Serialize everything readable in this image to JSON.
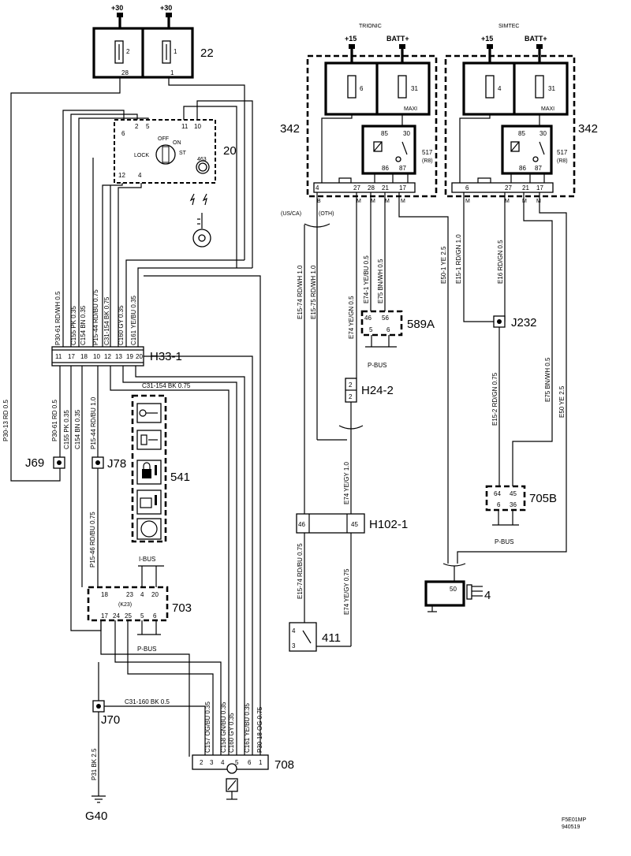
{
  "supply": {
    "plus30": "+30",
    "plus15": "+15",
    "batt": "BATT+"
  },
  "systems": {
    "trionic": "TRIONIC",
    "simtec": "SIMTEC"
  },
  "components": {
    "fusebox": "22",
    "ignition_switch": "20",
    "ign_off": "OFF",
    "ign_on": "ON",
    "ign_lock": "LOCK",
    "ign_st": "ST",
    "ign_pin": "463",
    "relay_box": "342",
    "relay": "517",
    "relay_sub": "(R8)",
    "maxi": "MAXI",
    "h33": "H33-1",
    "j69": "J69",
    "j78": "J78",
    "unit541": "541",
    "ibus": "I-BUS",
    "unit703": "703",
    "unit703_sub": "(K23)",
    "pbus": "P-BUS",
    "j70": "J70",
    "g40": "G40",
    "unit708": "708",
    "h24": "H24-2",
    "h102": "H102-1",
    "unit411": "411",
    "unit589": "589A",
    "j232": "J232",
    "unit705": "705B",
    "unit4": "4",
    "usca": "(US/CA)",
    "oth": "(OTH)"
  },
  "pins": {
    "fuse_a": "2",
    "fuse_b": "1",
    "fuse_a_out": "28",
    "fuse_b_out": "1",
    "ign_2": "2",
    "ign_5": "5",
    "ign_6": "6",
    "ign_11": "11",
    "ign_10": "10",
    "ign_12": "12",
    "ign_4": "4",
    "r_6": "6",
    "r_31": "31",
    "r_85": "85",
    "r_30": "30",
    "r_86": "86",
    "r_87": "87",
    "r_4": "4",
    "r_27": "27",
    "r_28": "28",
    "r_21": "21",
    "r_17": "17",
    "s_4": "4",
    "s_31": "31",
    "s_85": "85",
    "s_30": "30",
    "s_86": "86",
    "s_87": "87",
    "s_6": "6",
    "s_27": "27",
    "s_21": "21",
    "s_17": "17",
    "conn_b": "B",
    "conn_m": "M",
    "h33": [
      "11",
      "17",
      "18",
      "10",
      "12",
      "13",
      "19",
      "20"
    ],
    "u703_top": [
      "18",
      "23",
      "4",
      "20"
    ],
    "u703_bot": [
      "17",
      "24",
      "25",
      "5",
      "6"
    ],
    "u708": [
      "2",
      "3",
      "4",
      "5",
      "6",
      "1"
    ],
    "h24": [
      "2",
      "2"
    ],
    "h102": [
      "46",
      "45"
    ],
    "u411": [
      "4",
      "3"
    ],
    "u589": [
      "46",
      "56",
      "5",
      "6"
    ],
    "u705": [
      "64",
      "45",
      "6",
      "36"
    ],
    "u4": "50"
  },
  "wires": {
    "w_p30_61_rdwh": "P30-61  RD/WH  0.5",
    "w_c155_pk": "C155  PK  0.35",
    "w_c154_bn": "C154  BN  0.35",
    "w_p15_44_rdbu": "P15-44  RD/BU  0.75",
    "w_c31_154_bk": "C31-154  BK  0.75",
    "w_c160_gy": "C160  GY  0.35",
    "w_c161_yebu": "C161  YE/BU  0.35",
    "w_c31_154_bk_h": "C31-154  BK  0.75",
    "w_p30_13_rd": "P30-13  RD  0.5",
    "w_p30_61_rd": "P30-61  RD  0.5",
    "w_c155_pk_lo": "C155  PK  0.35",
    "w_c154_bn_lo": "C154  BN  0.35",
    "w_p15_44_rdbu_lo": "P15-44  RD/BU  1.0",
    "w_p15_46_rdbu": "P15-46  RD/BU  0.75",
    "w_c31_160_bk": "C31-160  BK  0.5",
    "w_p31_bk": "P31  BK  2.5",
    "w_c157_ogbu": "C157  OG/BU  0.35",
    "w_c158_gnbu": "C158  GN/BU  0.35",
    "w_c160_gy_lo": "C160  GY  0.35",
    "w_c161_yebu_lo": "C161  YE/BU  0.35",
    "w_p30_18_og": "P30-18  OG  0.75",
    "w_e15_74_rdwh": "E15-74  RD/WH  1.0",
    "w_e15_75_rdwh": "E15-75  RD/WH  1.0",
    "w_e74_yegn": "E74  YE/GN  0.5",
    "w_e74_1_yebu": "E74-1  YE/BU  0.5",
    "w_e75_bnwh": "E75  BN/WH  0.5",
    "w_e74_yegy_10": "E74  YE/GY  1.0",
    "w_e15_74_rdbu": "E15-74  RD/BU  0.75",
    "w_e74_yegy_075": "E74  YE/GY  0.75",
    "w_e50_1_ye": "E50-1  YE  2.5",
    "w_e15_1_rdgn": "E15-1  RD/GN  1.0",
    "w_e16_rdgn": "E16  RD/GN  0.5",
    "w_e15_2_rdgn": "E15-2  RD/GN  0.75",
    "w_e75_bnwh_075": "E75  BN/WH  0.5",
    "w_e50_ye": "E50  YE  2.5"
  },
  "footer": {
    "code": "F5E01MP",
    "date": "940519"
  }
}
